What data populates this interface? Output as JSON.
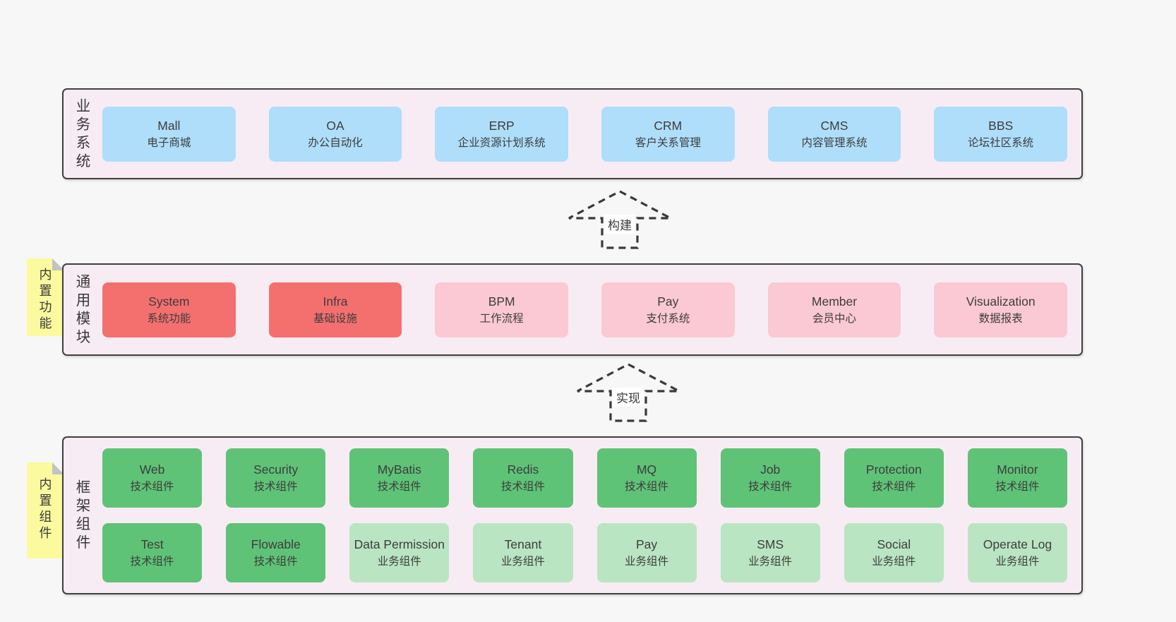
{
  "colors": {
    "page_bg": "#f7f7f7",
    "container_bg": "#f8ecf4",
    "container_border": "#3f3f3f",
    "blue_box": "#aedefa",
    "red_box": "#f4706f",
    "pink_box": "#fbc9d3",
    "green_dark_box": "#5fc377",
    "green_light_box": "#b9e5c2",
    "sticky_yellow": "#fbfa9e",
    "sticky_fold_gray": "#c3c3c3",
    "text": "#3d3d3d"
  },
  "arrows": {
    "build": {
      "label": "构建"
    },
    "implement": {
      "label": "实现"
    }
  },
  "stickies": {
    "features": {
      "label": "内置功能"
    },
    "components": {
      "label": "内置组件"
    }
  },
  "layers": {
    "business": {
      "label": "业务系统",
      "boxes": [
        {
          "name": "Mall",
          "desc": "电子商城",
          "variant": "blue"
        },
        {
          "name": "OA",
          "desc": "办公自动化",
          "variant": "blue"
        },
        {
          "name": "ERP",
          "desc": "企业资源计划系统",
          "variant": "blue"
        },
        {
          "name": "CRM",
          "desc": "客户关系管理",
          "variant": "blue"
        },
        {
          "name": "CMS",
          "desc": "内容管理系统",
          "variant": "blue"
        },
        {
          "name": "BBS",
          "desc": "论坛社区系统",
          "variant": "blue"
        }
      ]
    },
    "modules": {
      "label": "通用模块",
      "boxes": [
        {
          "name": "System",
          "desc": "系统功能",
          "variant": "red"
        },
        {
          "name": "Infra",
          "desc": "基础设施",
          "variant": "red"
        },
        {
          "name": "BPM",
          "desc": "工作流程",
          "variant": "pink"
        },
        {
          "name": "Pay",
          "desc": "支付系统",
          "variant": "pink"
        },
        {
          "name": "Member",
          "desc": "会员中心",
          "variant": "pink"
        },
        {
          "name": "Visualization",
          "desc": "数据报表",
          "variant": "pink"
        }
      ]
    },
    "components": {
      "label": "框架组件",
      "boxes": [
        {
          "name": "Web",
          "desc": "技术组件",
          "variant": "green-dark"
        },
        {
          "name": "Security",
          "desc": "技术组件",
          "variant": "green-dark"
        },
        {
          "name": "MyBatis",
          "desc": "技术组件",
          "variant": "green-dark"
        },
        {
          "name": "Redis",
          "desc": "技术组件",
          "variant": "green-dark"
        },
        {
          "name": "MQ",
          "desc": "技术组件",
          "variant": "green-dark"
        },
        {
          "name": "Job",
          "desc": "技术组件",
          "variant": "green-dark"
        },
        {
          "name": "Protection",
          "desc": "技术组件",
          "variant": "green-dark"
        },
        {
          "name": "Monitor",
          "desc": "技术组件",
          "variant": "green-dark"
        },
        {
          "name": "Test",
          "desc": "技术组件",
          "variant": "green-dark"
        },
        {
          "name": "Flowable",
          "desc": "技术组件",
          "variant": "green-dark"
        },
        {
          "name": "Data Permission",
          "desc": "业务组件",
          "variant": "green-light"
        },
        {
          "name": "Tenant",
          "desc": "业务组件",
          "variant": "green-light"
        },
        {
          "name": "Pay",
          "desc": "业务组件",
          "variant": "green-light"
        },
        {
          "name": "SMS",
          "desc": "业务组件",
          "variant": "green-light"
        },
        {
          "name": "Social",
          "desc": "业务组件",
          "variant": "green-light"
        },
        {
          "name": "Operate Log",
          "desc": "业务组件",
          "variant": "green-light"
        }
      ]
    }
  }
}
